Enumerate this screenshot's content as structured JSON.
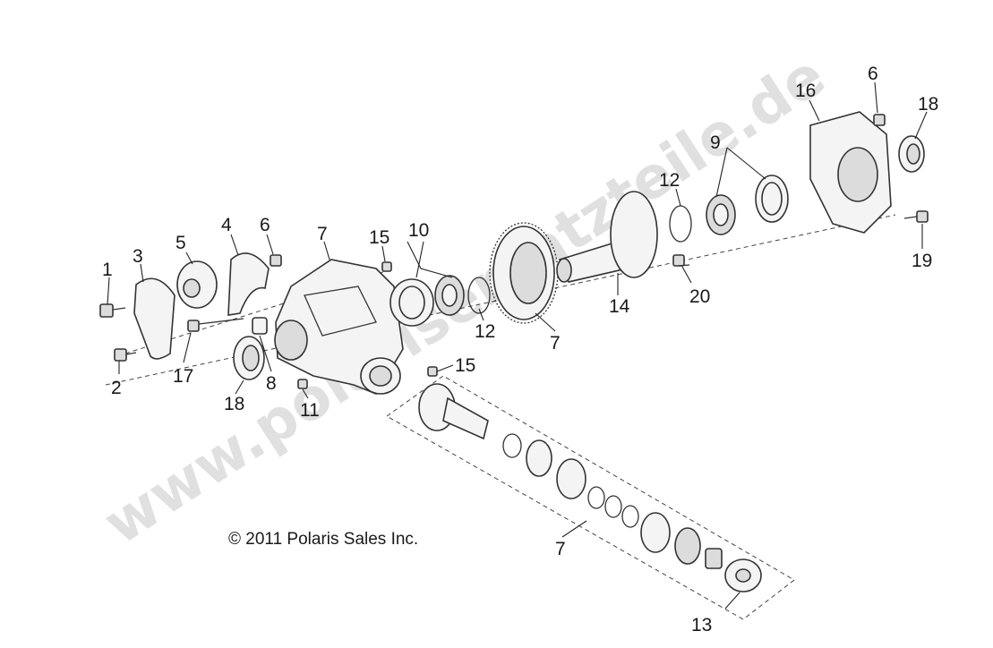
{
  "copyright": "© 2011 Polaris Sales Inc.",
  "watermark": "www.polarisersatzteile.de",
  "callouts": [
    "1",
    "2",
    "3",
    "4",
    "5",
    "6",
    "7",
    "8",
    "9",
    "10",
    "11",
    "12",
    "13",
    "14",
    "15",
    "16",
    "17",
    "18",
    "19",
    "20"
  ],
  "parts": {
    "p1": "1",
    "p2": "2",
    "p3": "3",
    "p4": "4",
    "p5": "5",
    "p6": "6",
    "p7": "7",
    "p8": "8",
    "p9": "9",
    "p10": "10",
    "p11": "11",
    "p12": "12",
    "p13": "13",
    "p14": "14",
    "p15": "15",
    "p16": "16",
    "p17": "17",
    "p18": "18",
    "p19": "19",
    "p20": "20"
  }
}
